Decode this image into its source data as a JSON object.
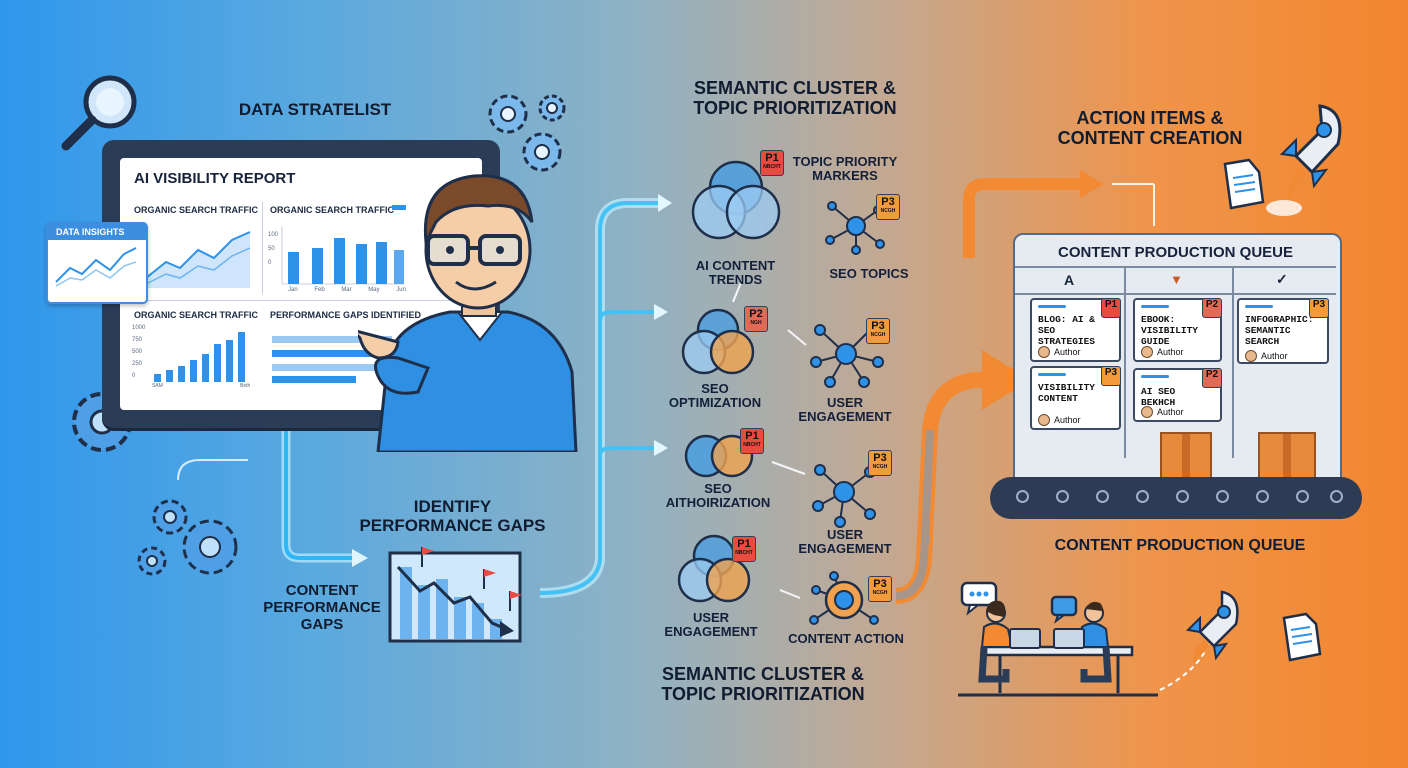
{
  "colors": {
    "blue_accent": "#2e92e8",
    "orange_accent": "#f2862e",
    "p1": "#e84b40",
    "p3": "#f39b3a",
    "navy": "#2b3c57"
  },
  "header": {
    "data_strategist": "DATA STRATELIST",
    "semantic_cluster_top": "SEMANTIC CLUSTER & TOPIC PRIORITIZATION",
    "semantic_cluster_bottom": "SEMANTIC CLUSTER & TOPIC PRIORITIZATION",
    "action_items": "ACTION ITEMS & CONTENT CREATION"
  },
  "report": {
    "title": "AI VISIBILITY REPORT",
    "panel1": "ORGANIC SEARCH TRAFFIC",
    "panel2": "ORGANIC SEARCH TRAFFIC",
    "panel3": "ORGANIC SEARCH TRAFFIC",
    "panel4": "PERFORMANCE GAPS IDENTIFIED",
    "insights": "DATA INSIGHTS",
    "months": [
      "Jan",
      "Feb",
      "Mar",
      "May",
      "Jun"
    ],
    "axis2": [
      "100",
      "50",
      "0"
    ],
    "axis3": [
      "1000",
      "750",
      "500",
      "250",
      "0"
    ],
    "axis3_x": [
      "SAM",
      "Beth"
    ]
  },
  "gaps": {
    "identify": "IDENTIFY PERFORMANCE GAPS",
    "content": "CONTENT PERFORMANCE GAPS"
  },
  "clusters": {
    "topic_priority_markers": "TOPIC PRIORITY MARKERS",
    "ai_content_trends": "AI CONTENT TRENDS",
    "seo_topics": "SEO TOPICS",
    "seo_optimization": "SEO OPTIMIZATION",
    "user_engagement_1": "USER ENGAGEMENT",
    "seo_authorization": "SEO AITHOIRIZATION",
    "user_engagement_2": "USER ENGAGEMENT",
    "user_engagement_3": "USER ENGAGEMENT",
    "content_action": "CONTENT ACTION",
    "badges": {
      "p1": "P1",
      "p2": "P2",
      "p3": "P3",
      "p1_sub": "NBCHT",
      "p2_sub": "NGH",
      "p3_sub": "NCGH"
    }
  },
  "queue": {
    "title": "CONTENT PRODUCTION QUEUE",
    "footer": "CONTENT PRODUCTION QUEUE",
    "columns": [
      "A",
      "▼",
      "✓"
    ],
    "cards": [
      {
        "title": "BLOG: AI & SEO STRATEGIES",
        "priority": "P1",
        "author": "Author"
      },
      {
        "title": "EBOOK: VISIBILITY GUIDE",
        "priority": "P2",
        "author": "Author"
      },
      {
        "title": "INFOGRAPHIC: SEMANTIC SEARCH",
        "priority": "P3",
        "author": "Author"
      },
      {
        "title": "VISIBILITY CONTENT",
        "priority": "P3",
        "author": "Author"
      },
      {
        "title": "AI SEO BEKHCH",
        "priority": "P2",
        "author": "Author"
      }
    ]
  }
}
